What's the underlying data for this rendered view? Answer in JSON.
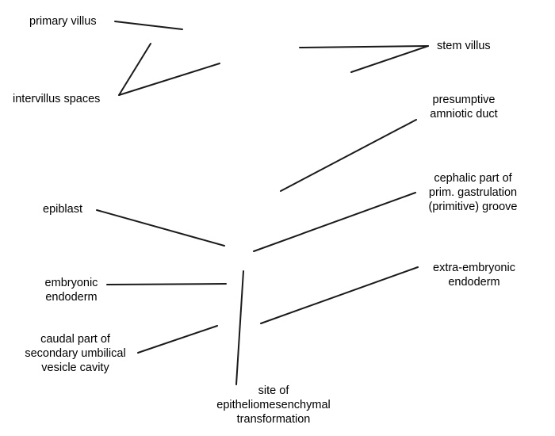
{
  "labels": {
    "primary_villus": "primary villus",
    "intervillus_spaces": "intervillus spaces",
    "stem_villus": "stem villus",
    "presumptive_amniotic_duct": "presumptive\namniotic duct",
    "cephalic_part_groove": "cephalic part of\nprim. gastrulation\n(primitive) groove",
    "epiblast": "epiblast",
    "embryonic_endoderm": "embryonic\nendoderm",
    "extra_embryonic_endoderm": "extra-embryonic\nendoderm",
    "caudal_part_cavity": "caudal part of\nsecondary umbilical\nvesicle cavity",
    "site_of_transformation": "site of\nepitheliomesenchymal\ntransformation"
  },
  "colors": {
    "leader_line": "#1a1a1a",
    "text": "#000000",
    "background": "#ffffff"
  }
}
